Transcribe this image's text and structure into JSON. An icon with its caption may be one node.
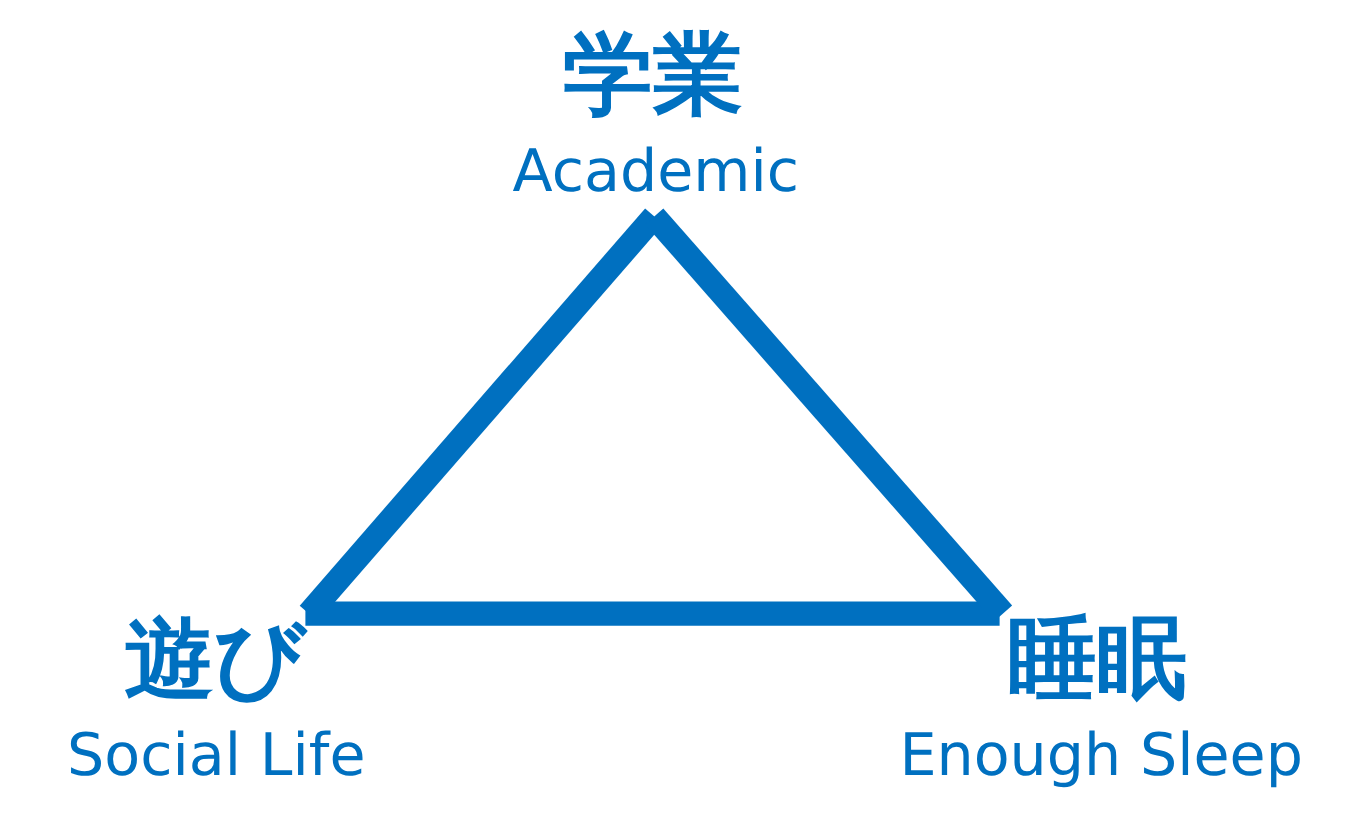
{
  "diagram": {
    "nodes": [
      {
        "text": [
          "学業",
          "Academic"
        ]
      },
      {
        "text": [
          "遊び",
          "Social Life"
        ]
      },
      {
        "text": [
          "睡眠",
          "Enough Sleep"
        ]
      }
    ],
    "edges": [
      {
        "from": 0,
        "to": 1,
        "arrow": "none"
      },
      {
        "from": 1,
        "to": 2,
        "arrow": "none"
      },
      {
        "from": 2,
        "to": 0,
        "arrow": "none"
      }
    ]
  }
}
